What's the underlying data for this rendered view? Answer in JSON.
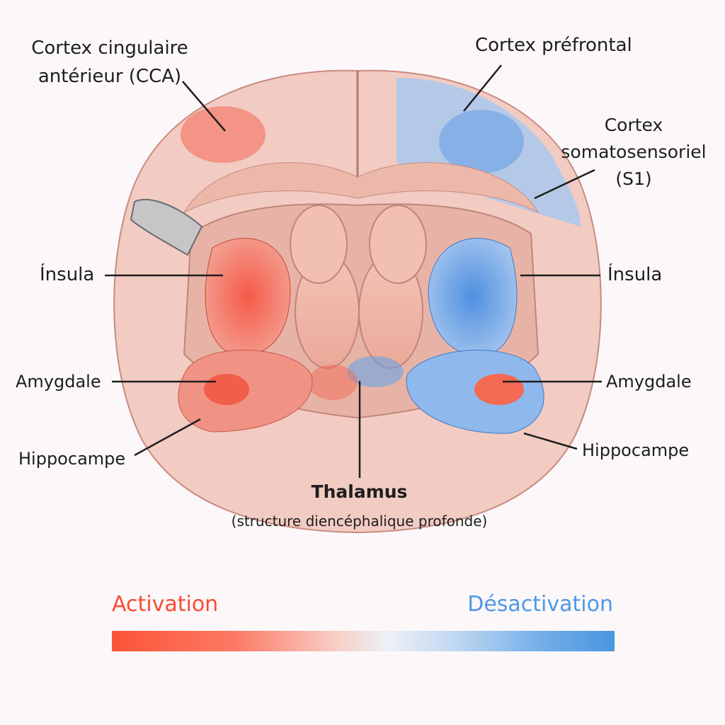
{
  "labels": {
    "cca_line1": "Cortex cingulaire",
    "cca_line2": "antérieur (CCA)",
    "prefrontal": "Cortex préfrontal",
    "s1_line1": "Cortex",
    "s1_line2": "somatosensoriel",
    "s1_line3": "(S1)",
    "insula_left": "Ínsula",
    "insula_right": "Ínsula",
    "amygdala_left": "Amygdale",
    "amygdala_right": "Amygdale",
    "hippocampus_left": "Hippocampe",
    "hippocampus_right": "Hippocampe",
    "thalamus": "Thalamus",
    "thalamus_sub": "(structure diencéphalique profonde)"
  },
  "legend": {
    "activation": "Activation",
    "deactivation": "Désactivation",
    "activation_color": "#fb5438",
    "deactivation_color": "#4997df"
  }
}
